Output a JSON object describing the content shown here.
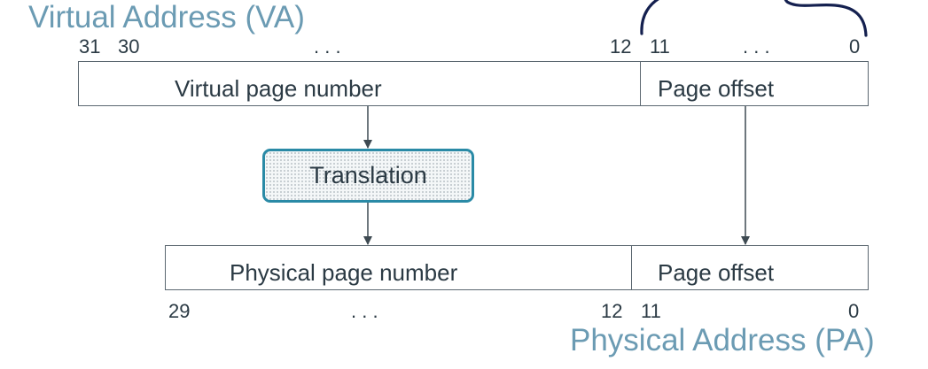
{
  "va": {
    "title": "Virtual Address (VA)",
    "bits": {
      "b31": "31",
      "b30": "30",
      "dots_high": ". . .",
      "b12": "12",
      "b11": "11",
      "dots_low": ". . .",
      "b0": "0"
    },
    "fields": {
      "page_number": "Virtual page number",
      "offset": "Page offset"
    }
  },
  "translation": {
    "label": "Translation"
  },
  "pa": {
    "title": "Physical Address (PA)",
    "bits": {
      "b29": "29",
      "dots_high": ". . .",
      "b12": "12",
      "b11": "11",
      "b0": "0"
    },
    "fields": {
      "page_number": "Physical page number",
      "offset": "Page offset"
    }
  },
  "colors": {
    "title": "#6b9bb3",
    "text": "#2b3a44",
    "box_border": "#5b6770",
    "translation_border": "#2a8aa6",
    "annotation_ink": "#14204f"
  },
  "annotation": {
    "icon": "handwritten-brace-icon"
  }
}
